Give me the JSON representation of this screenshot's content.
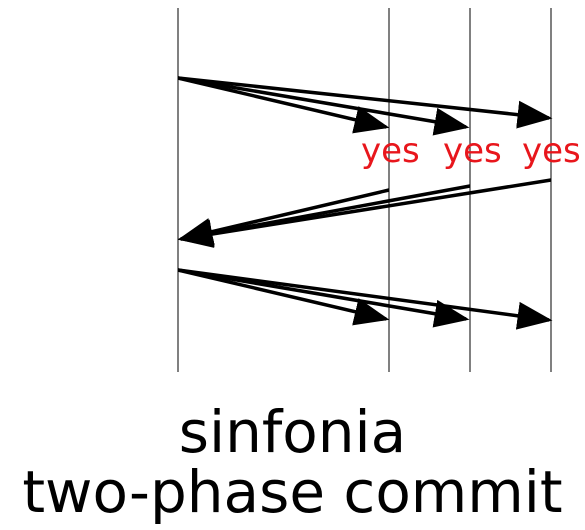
{
  "colors": {
    "line": "#000000",
    "vote": "#e8161c",
    "background": "#ffffff"
  },
  "votes": [
    "yes",
    "yes",
    "yes"
  ],
  "caption": {
    "line1": "sinfonia",
    "line2": "two-phase commit"
  }
}
